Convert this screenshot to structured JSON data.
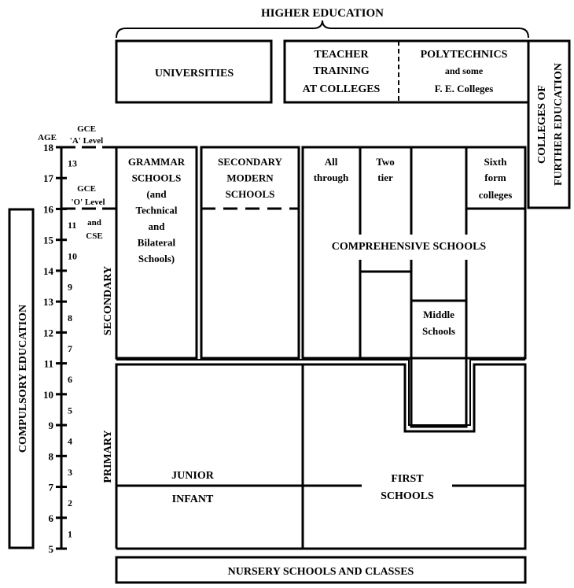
{
  "higher_education": {
    "title": "HIGHER EDUCATION",
    "universities": "UNIVERSITIES",
    "teacher_training": [
      "TEACHER",
      "TRAINING",
      "AT COLLEGES"
    ],
    "polytechnics": [
      "POLYTECHNICS",
      "and some",
      "F. E. Colleges"
    ],
    "further_education": [
      "COLLEGES OF",
      "FURTHER EDUCATION"
    ]
  },
  "age_axis": {
    "label": "AGE",
    "ages": [
      "18",
      "17",
      "16",
      "15",
      "14",
      "13",
      "12",
      "11",
      "10",
      "9",
      "8",
      "7",
      "6",
      "5"
    ],
    "years": [
      "13",
      "11",
      "10",
      "9",
      "8",
      "7",
      "6",
      "5",
      "4",
      "3",
      "2",
      "1"
    ],
    "gce_a": [
      "GCE",
      "'A' Level"
    ],
    "gce_o": [
      "GCE",
      "'O' Level"
    ],
    "cse": [
      "and",
      "CSE"
    ]
  },
  "compulsory": "COMPULSORY EDUCATION",
  "stages": {
    "secondary": "SECONDARY",
    "primary": "PRIMARY"
  },
  "secondary": {
    "grammar": [
      "GRAMMAR",
      "SCHOOLS",
      "(and",
      "Technical",
      "and",
      "Bilateral",
      "Schools)"
    ],
    "modern": [
      "SECONDARY",
      "MODERN",
      "SCHOOLS"
    ],
    "all_through": [
      "All",
      "through"
    ],
    "two_tier": [
      "Two",
      "tier"
    ],
    "sixth_form": [
      "Sixth",
      "form",
      "colleges"
    ],
    "comprehensive": "COMPREHENSIVE SCHOOLS",
    "middle": [
      "Middle",
      "Schools"
    ]
  },
  "primary": {
    "junior": "JUNIOR",
    "infant": "INFANT",
    "first": [
      "FIRST",
      "SCHOOLS"
    ]
  },
  "nursery": "NURSERY SCHOOLS AND CLASSES"
}
